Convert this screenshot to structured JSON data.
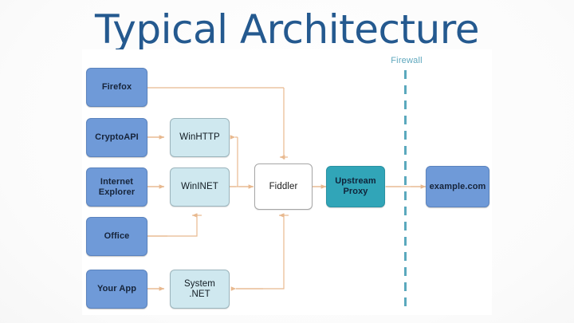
{
  "slide": {
    "title": "Typical Architecture",
    "title_color": "#24598f",
    "background": "#f0f0f0"
  },
  "diagram": {
    "panel_background": "#ffffff",
    "connector_color": "#e8b98f",
    "nodes": [
      {
        "id": "firefox",
        "label": "Firefox",
        "kind": "client",
        "color": "#6f9ad8"
      },
      {
        "id": "cryptoapi",
        "label": "CryptoAPI",
        "kind": "client",
        "color": "#6f9ad8"
      },
      {
        "id": "internet-explorer",
        "label_line1": "Internet",
        "label_line2": "Explorer",
        "kind": "client",
        "color": "#6f9ad8"
      },
      {
        "id": "office",
        "label": "Office",
        "kind": "client",
        "color": "#6f9ad8"
      },
      {
        "id": "your-app",
        "label": "Your App",
        "kind": "client",
        "color": "#6f9ad8"
      },
      {
        "id": "winhttp",
        "label": "WinHTTP",
        "kind": "stack",
        "color": "#cfe8ef"
      },
      {
        "id": "wininet",
        "label": "WinINET",
        "kind": "stack",
        "color": "#cfe8ef"
      },
      {
        "id": "system-net",
        "label_line1": "System",
        "label_line2": ".NET",
        "kind": "stack",
        "color": "#cfe8ef"
      },
      {
        "id": "fiddler",
        "label": "Fiddler",
        "kind": "proxy",
        "color": "#ffffff"
      },
      {
        "id": "upstream-proxy",
        "label_line1": "Upstream",
        "label_line2": "Proxy",
        "kind": "proxy",
        "color": "#31a5b8"
      },
      {
        "id": "example-com",
        "label": "example.com",
        "kind": "server",
        "color": "#6f9ad8"
      }
    ],
    "firewall": {
      "label": "Firewall",
      "label_color": "#5ea7bd",
      "line_color": "#5ba9bd",
      "style": "dashed-vertical"
    },
    "edges": [
      {
        "from": "firefox",
        "to": "fiddler",
        "direction": "bidirectional"
      },
      {
        "from": "cryptoapi",
        "to": "winhttp",
        "direction": "bidirectional"
      },
      {
        "from": "internet-explorer",
        "to": "wininet",
        "direction": "bidirectional"
      },
      {
        "from": "office",
        "to": "wininet",
        "direction": "bidirectional"
      },
      {
        "from": "your-app",
        "to": "system-net",
        "direction": "bidirectional"
      },
      {
        "from": "winhttp",
        "to": "fiddler",
        "direction": "bidirectional"
      },
      {
        "from": "wininet",
        "to": "fiddler",
        "direction": "bidirectional"
      },
      {
        "from": "system-net",
        "to": "fiddler",
        "direction": "bidirectional"
      },
      {
        "from": "fiddler",
        "to": "upstream-proxy",
        "direction": "bidirectional"
      },
      {
        "from": "upstream-proxy",
        "to": "example-com",
        "direction": "bidirectional"
      }
    ]
  }
}
